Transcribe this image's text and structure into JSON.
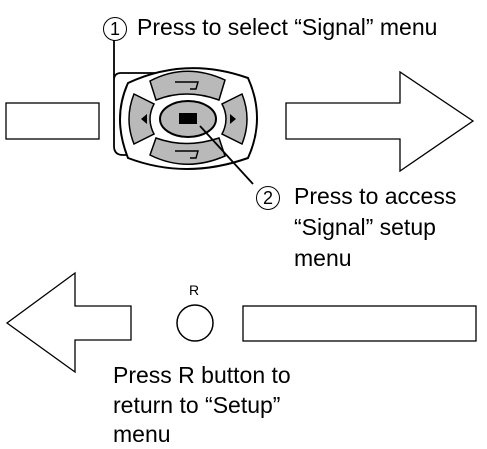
{
  "step1": {
    "number": "1",
    "text": "Press to select “Signal” menu"
  },
  "step2": {
    "number": "2",
    "lines": [
      "Press to access",
      "“Signal” setup",
      "menu"
    ]
  },
  "return_button": {
    "label": "R"
  },
  "return_text": {
    "lines": [
      "Press R button to",
      "return to “Setup”",
      "menu"
    ]
  }
}
